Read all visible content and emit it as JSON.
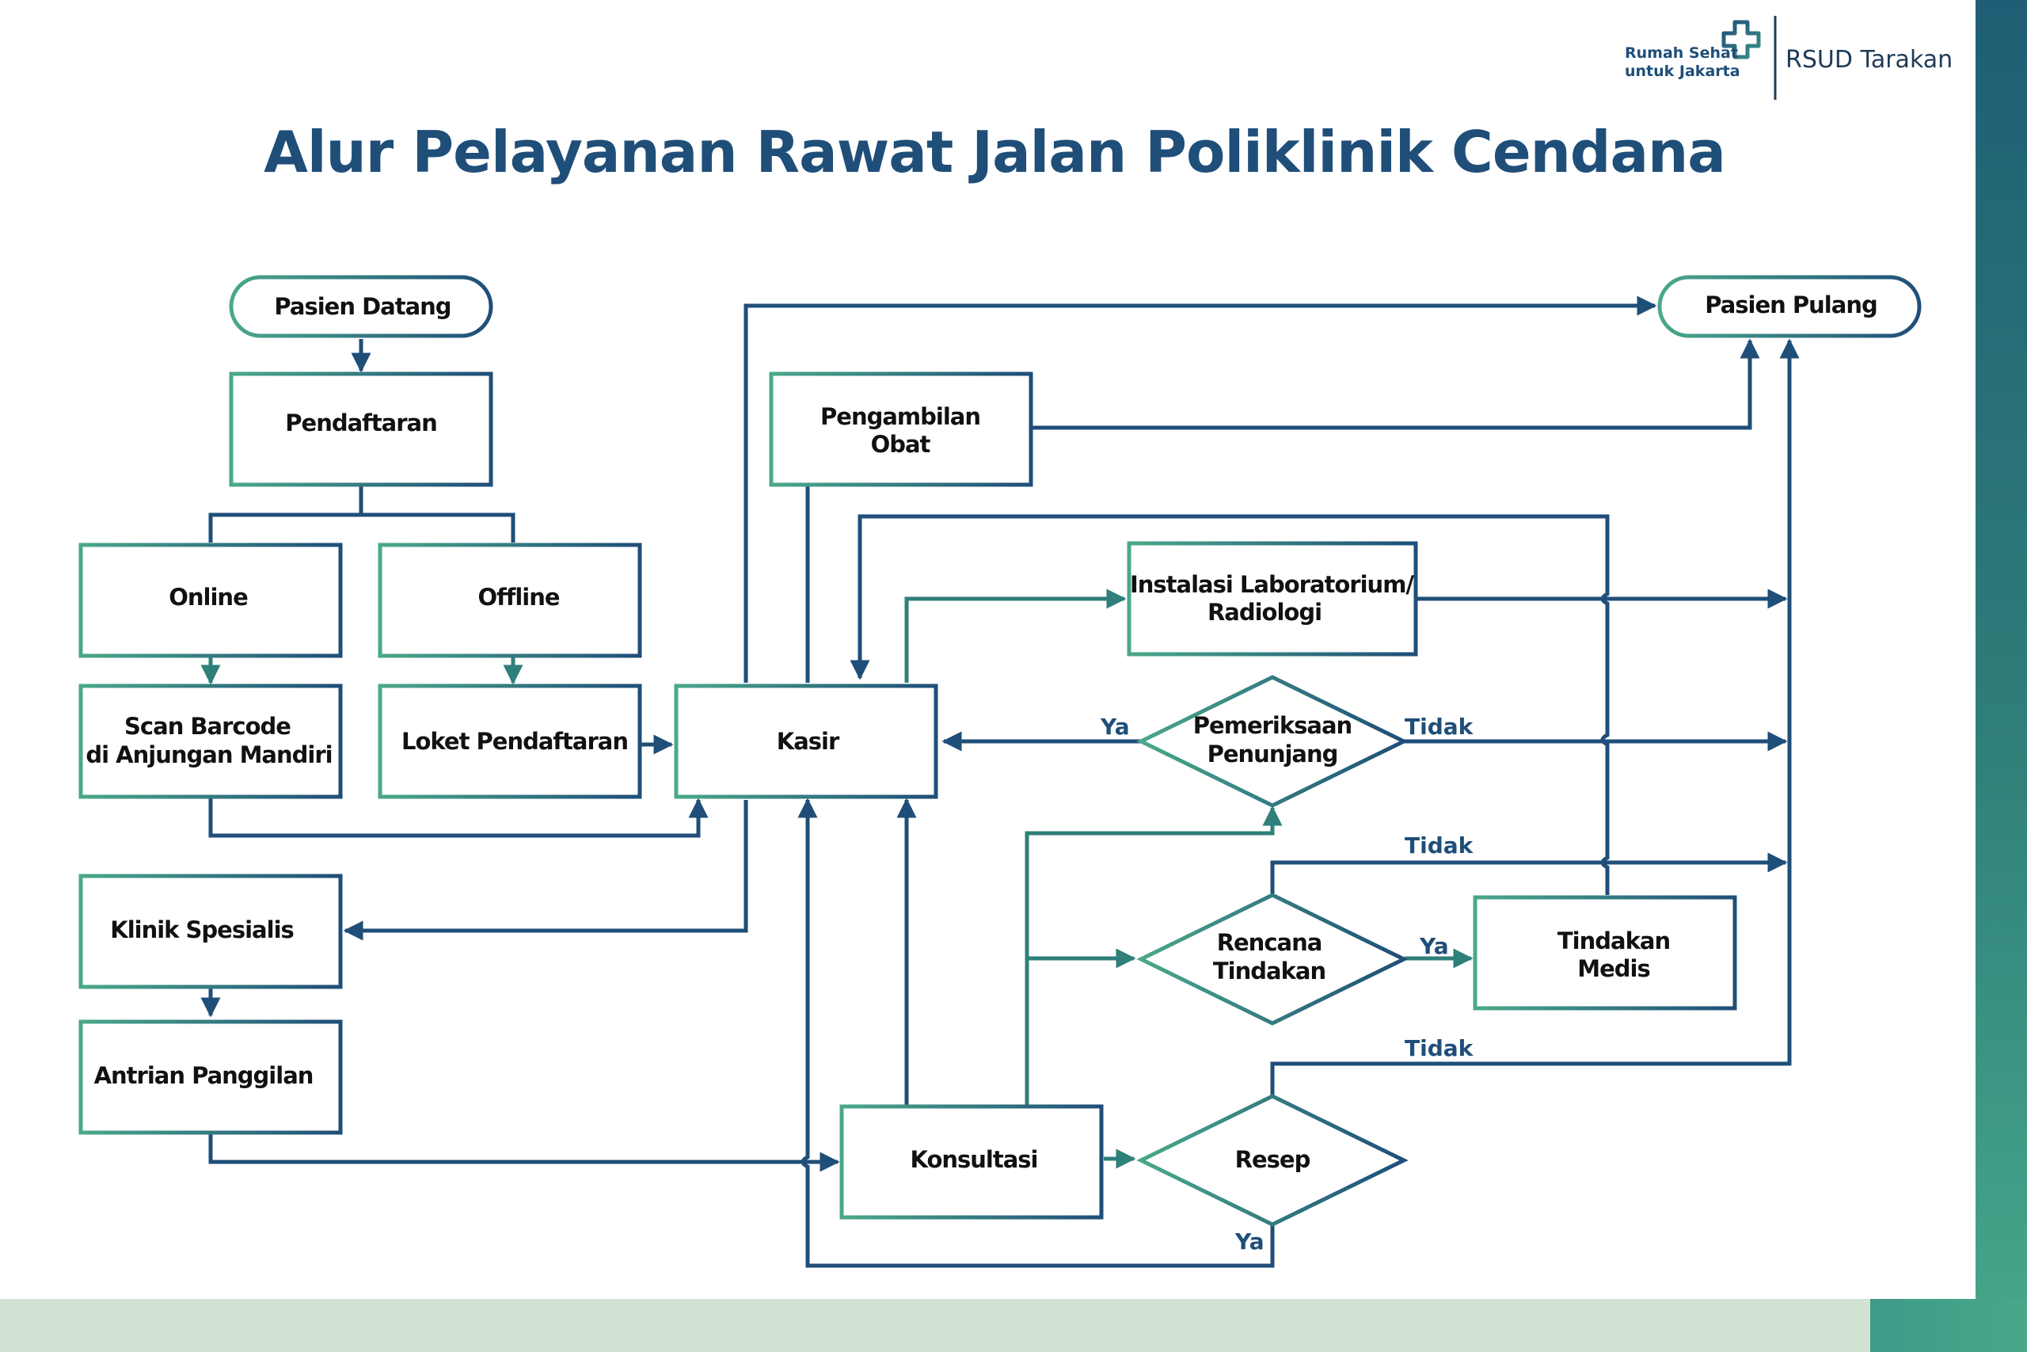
{
  "brand": {
    "tagline_line1": "Rumah Sehat",
    "tagline_line2": "untuk Jakarta",
    "name": "RSUD Tarakan"
  },
  "title": "Alur Pelayanan Rawat Jalan Poliklinik Cendana",
  "nodes": {
    "pasien_datang": "Pasien Datang",
    "pendaftaran": "Pendaftaran",
    "online": "Online",
    "offline": "Offline",
    "scan_line1": "Scan Barcode",
    "scan_line2": "di Anjungan Mandiri",
    "loket": "Loket Pendaftaran",
    "kasir": "Kasir",
    "klinik": "Klinik Spesialis",
    "antrian": "Antrian Panggilan",
    "konsultasi": "Konsultasi",
    "obat_line1": "Pengambilan",
    "obat_line2": "Obat",
    "lab_line1": "Instalasi Laboratorium/",
    "lab_line2": "Radiologi",
    "periksa_line1": "Pemeriksaan",
    "periksa_line2": "Penunjang",
    "rencana_line1": "Rencana",
    "rencana_line2": "Tindakan",
    "tindakan_line1": "Tindakan",
    "tindakan_line2": "Medis",
    "resep": "Resep",
    "pasien_pulang": "Pasien Pulang"
  },
  "edge_labels": {
    "periksa_ya": "Ya",
    "periksa_tidak": "Tidak",
    "rencana_tidak": "Tidak",
    "rencana_ya": "Ya",
    "resep_tidak": "Tidak",
    "resep_ya": "Ya"
  },
  "colors": {
    "navy": "#1f4e79",
    "teal": "#4aa88a"
  }
}
